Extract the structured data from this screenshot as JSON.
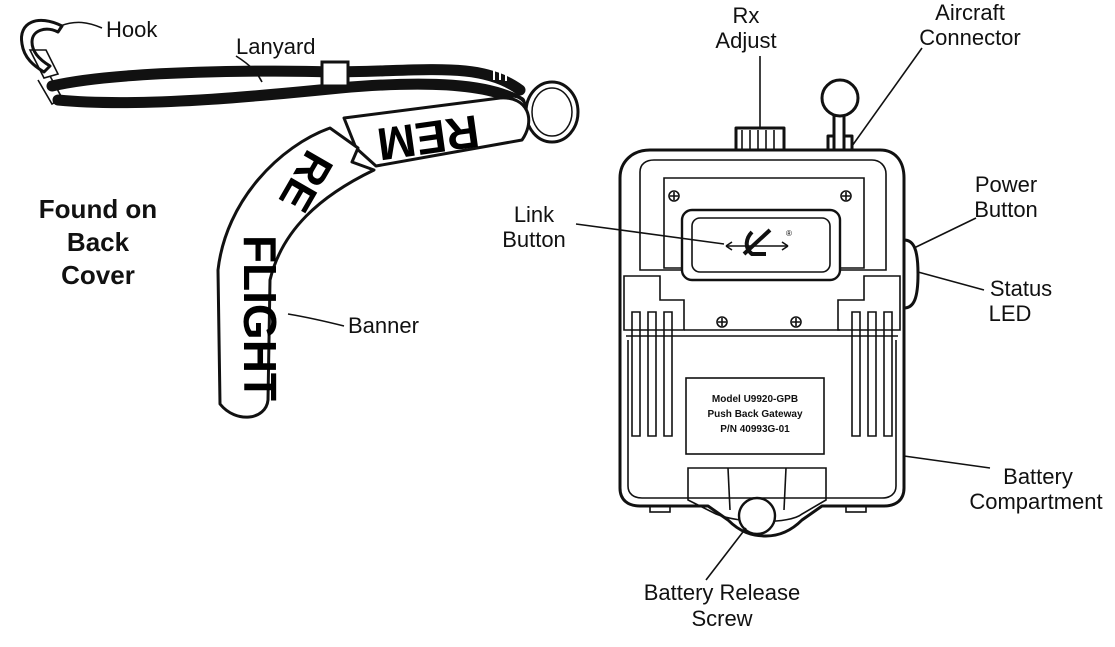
{
  "callouts": {
    "hook": "Hook",
    "lanyard": "Lanyard",
    "banner": "Banner",
    "rx_adjust": [
      "Rx",
      "Adjust"
    ],
    "aircraft_connector": [
      "Aircraft",
      "Connector"
    ],
    "power_button": [
      "Power",
      "Button"
    ],
    "link_button": [
      "Link",
      "Button"
    ],
    "status_led": [
      "Status",
      "LED"
    ],
    "battery_compartment": [
      "Battery",
      "Compartment"
    ],
    "battery_release_screw": [
      "Battery Release",
      "Screw"
    ]
  },
  "note": [
    "Found on",
    "Back",
    "Cover"
  ],
  "banner_text": {
    "rem": "REM",
    "re": "RE",
    "flight": "FLIGHT"
  },
  "label_plate": [
    "Model U9920-GPB",
    "Push Back Gateway",
    "P/N 40993G-01"
  ],
  "logo_mark": "®"
}
